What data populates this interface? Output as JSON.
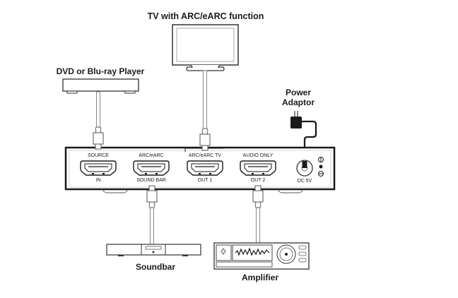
{
  "devices": {
    "tv": {
      "label": "TV with ARC/eARC function"
    },
    "player": {
      "label": "DVD or Blu-ray Player"
    },
    "power": {
      "label_line1": "Power",
      "label_line2": "Adaptor"
    },
    "soundbar": {
      "label": "Soundbar"
    },
    "amplifier": {
      "label": "Amplifier"
    }
  },
  "switch": {
    "ports": [
      {
        "top": "SOURCE",
        "bottom": "IN"
      },
      {
        "top": "ARC/eARC",
        "bottom": "SOUND BAR"
      },
      {
        "top": "ARC/eARC TV",
        "bottom": "OUT 1"
      },
      {
        "top": "AUDIO ONLY",
        "bottom": "OUT 2"
      }
    ],
    "power_port": {
      "label": "DC 5V"
    }
  },
  "colors": {
    "line": "#1a1a1a",
    "cable": "#8a8a8a",
    "panel": "#ffffff"
  }
}
